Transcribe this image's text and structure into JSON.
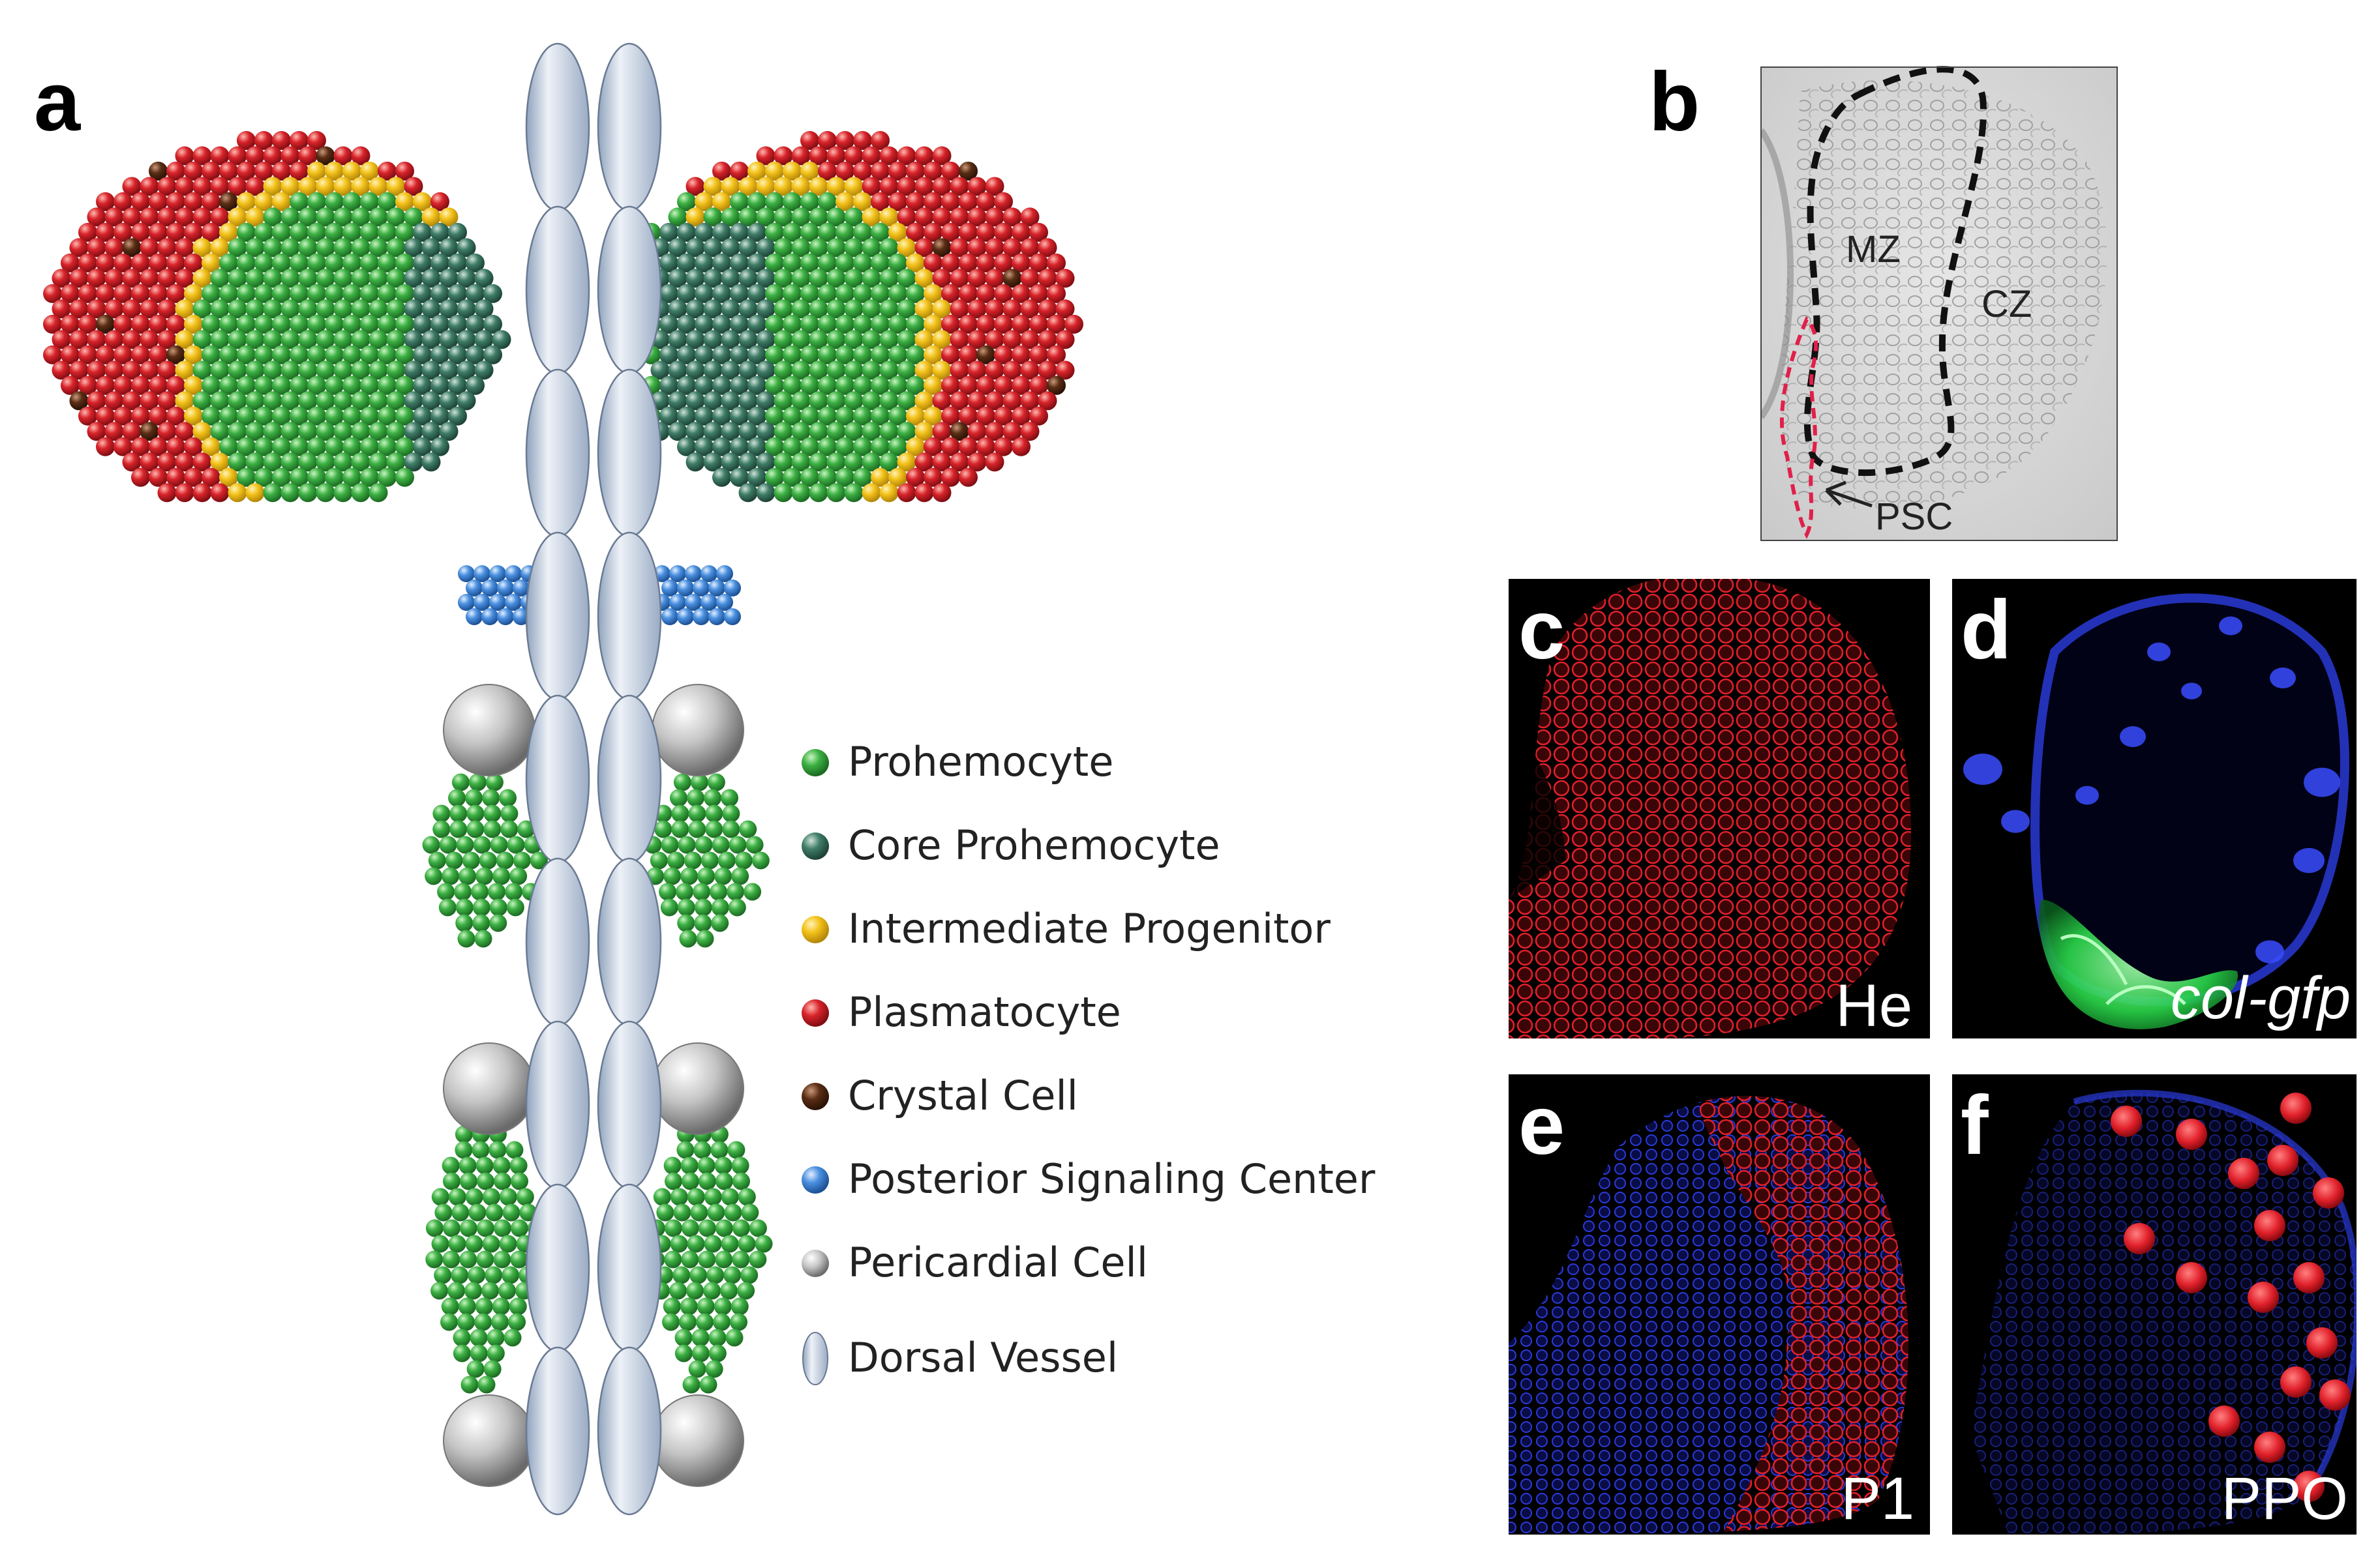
{
  "panels": {
    "a": {
      "letter": "a"
    },
    "b": {
      "letter": "b",
      "labels": {
        "mz": "MZ",
        "cz": "CZ",
        "psc": "PSC"
      }
    },
    "c": {
      "letter": "c",
      "label": "He"
    },
    "d": {
      "letter": "d",
      "label": "col-gfp"
    },
    "e": {
      "letter": "e",
      "label": "P1"
    },
    "f": {
      "letter": "f",
      "label": "PPO"
    }
  },
  "legend": [
    {
      "label": "Prohemocyte",
      "color": "#3cb043",
      "icon": "sphere"
    },
    {
      "label": "Core Prohemocyte",
      "color": "#3f7d67",
      "icon": "sphere"
    },
    {
      "label": "Intermediate Progenitor",
      "color": "#f3c21a",
      "icon": "sphere"
    },
    {
      "label": "Plasmatocyte",
      "color": "#d8232a",
      "icon": "sphere"
    },
    {
      "label": "Crystal Cell",
      "color": "#5a2d14",
      "icon": "sphere"
    },
    {
      "label": "Posterior Signaling Center",
      "color": "#4a90e0",
      "icon": "sphere"
    },
    {
      "label": "Pericardial Cell",
      "color": "#9a9a9a",
      "icon": "sphere"
    },
    {
      "label": "Dorsal Vessel",
      "color": "#b8c6da",
      "icon": "ellipse"
    }
  ],
  "colors": {
    "prohemocyte": "#3cb043",
    "core": "#3f7d67",
    "intermediate": "#f3c21a",
    "plasmatocyte": "#d8232a",
    "crystal": "#5a2d14",
    "psc": "#4a90e0",
    "pericardial": "#9a9a9a",
    "vessel": "#b8c6da",
    "dic_dash": "#111111",
    "psc_dash": "#e0204a",
    "stain_red": "#e0202a",
    "stain_blue": "#2a3ad8",
    "stain_green": "#2ad84a"
  }
}
